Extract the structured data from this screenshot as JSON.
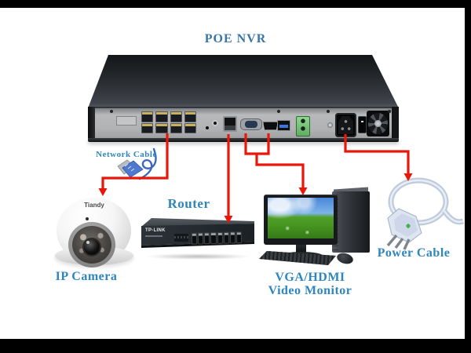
{
  "page": {
    "background": "#ffffff",
    "letterbox": "#000000"
  },
  "diagram": {
    "title": "POE NVR",
    "colors": {
      "title": "#3a75a4",
      "label": "#2e86bc",
      "arrow": "#e8170a"
    },
    "devices": {
      "nvr": {
        "name": "POE NVR",
        "ports": [
          "poe-ports-8x",
          "audio-jacks",
          "lan-port",
          "vga-port",
          "hdmi-port",
          "usb-port",
          "rs485-terminal",
          "power-inlet",
          "power-switch",
          "fan"
        ]
      },
      "network_cable": {
        "label": "Network Cable"
      },
      "ip_camera": {
        "label": "IP Camera",
        "brand": "Tiandy"
      },
      "router": {
        "label": "Router",
        "brand": "TP-LINK"
      },
      "video_monitor": {
        "label_line1": "VGA/HDMI",
        "label_line2": "Video Monitor"
      },
      "power_cable": {
        "label": "Power Cable"
      }
    },
    "connections": [
      {
        "from": "nvr-poe-port",
        "via": "network-cable",
        "to": "ip-camera"
      },
      {
        "from": "nvr-lan-port",
        "to": "router"
      },
      {
        "from": "nvr-vga-hdmi-ports",
        "to": "video-monitor"
      },
      {
        "from": "nvr-power-inlet",
        "to": "power-cable"
      }
    ]
  }
}
